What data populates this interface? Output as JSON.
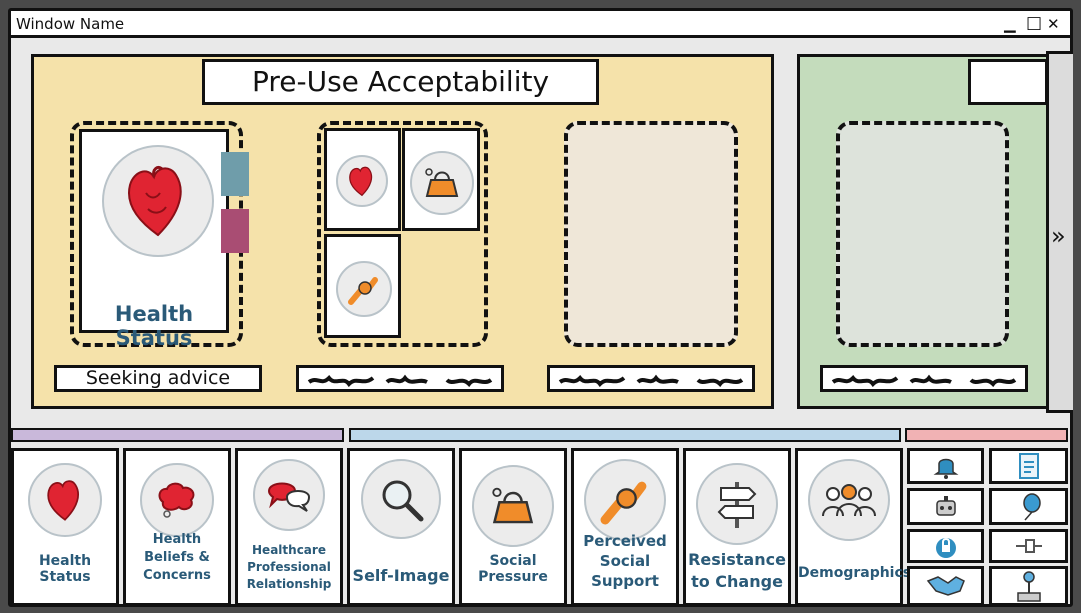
{
  "window": {
    "title": "Window Name",
    "controls": [
      "minimize",
      "maximize",
      "close"
    ]
  },
  "acceptability_panel": {
    "title": "Pre-Use Acceptability",
    "slots": [
      {
        "card_label": "Health Status",
        "label": "Seeking advice"
      },
      {
        "label": ""
      },
      {
        "label": ""
      }
    ]
  },
  "side_panel": {
    "expand_icon": "chevron-double-right-icon"
  },
  "bottom_cards": [
    {
      "label": "Health Status",
      "icon": "heart-icon"
    },
    {
      "label": "Health Beliefs & Concerns",
      "icon": "thought-bubble-icon"
    },
    {
      "label": "Healthcare Professional Relationship",
      "icon": "chat-bubbles-icon"
    },
    {
      "label": "Self-Image",
      "icon": "magnifier-icon"
    },
    {
      "label": "Social Pressure",
      "icon": "kettle-icon"
    },
    {
      "label": "Perceived Social Support",
      "icon": "handshake-grip-icon"
    },
    {
      "label": "Resistance to Change",
      "icon": "signpost-icon"
    },
    {
      "label": "Demographics",
      "icon": "people-group-icon"
    }
  ],
  "icon_grid": [
    "bell-icon",
    "document-icon",
    "robot-icon",
    "balloon-icon",
    "lock-icon",
    "plug-icon",
    "handshake-icon",
    "joystick-icon"
  ],
  "colors": {
    "yellow_panel": "#f5e2aa",
    "green_panel": "#c4dcbc",
    "label_blue": "#2a5a78",
    "heart_red": "#e02432",
    "accent_orange": "#f08c2a"
  }
}
